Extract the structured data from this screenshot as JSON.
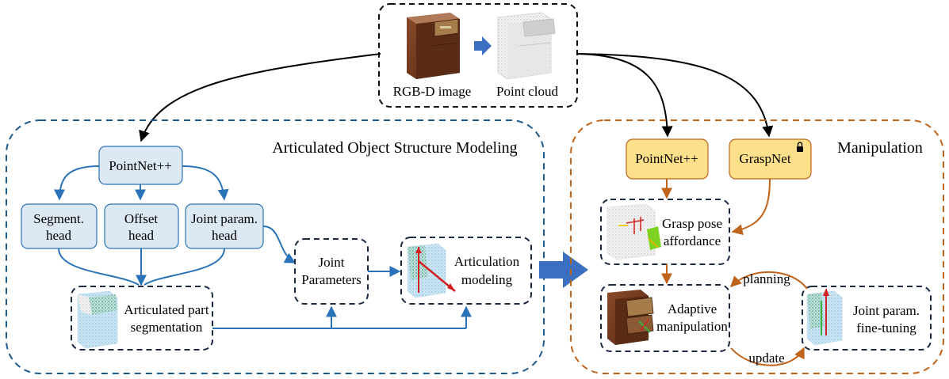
{
  "colors": {
    "blue_region": "#1f5a8c",
    "orange_region": "#c0631b",
    "arrow_blue": "#2a73b8",
    "arrow_orange": "#c0631b",
    "box_blue_fill": "#dde8f5",
    "box_blue_stroke": "#2a73b8",
    "box_yellow_fill": "#ffe08a",
    "box_yellow_stroke": "#c0631b",
    "dashed_dark": "#1a2a44",
    "big_arrow": "#3b6fbf"
  },
  "input": {
    "rgbd_label": "RGB-D image",
    "pointcloud_label": "Point cloud"
  },
  "modeling": {
    "title": "Articulated Object Structure Modeling",
    "backbone": "PointNet++",
    "heads": [
      {
        "line1": "Segment.",
        "line2": "head"
      },
      {
        "line1": "Offset",
        "line2": "head"
      },
      {
        "line1": "Joint param.",
        "line2": "head"
      }
    ],
    "segmentation": {
      "line1": "Articulated part",
      "line2": "segmentation"
    },
    "joint_parameters": {
      "line1": "Joint",
      "line2": "Parameters"
    },
    "articulation": {
      "line1": "Articulation",
      "line2": "modeling"
    }
  },
  "manipulation": {
    "title": "Manipulation",
    "pointnet": "PointNet++",
    "graspnet": "GraspNet",
    "lock_icon": "lock-icon",
    "grasp_pose": {
      "line1": "Grasp pose",
      "line2": "affordance"
    },
    "adaptive": {
      "line1": "Adaptive",
      "line2": "manipulation"
    },
    "finetune": {
      "line1": "Joint param.",
      "line2": "fine-tuning"
    },
    "planning_label": "planning",
    "update_label": "update"
  }
}
